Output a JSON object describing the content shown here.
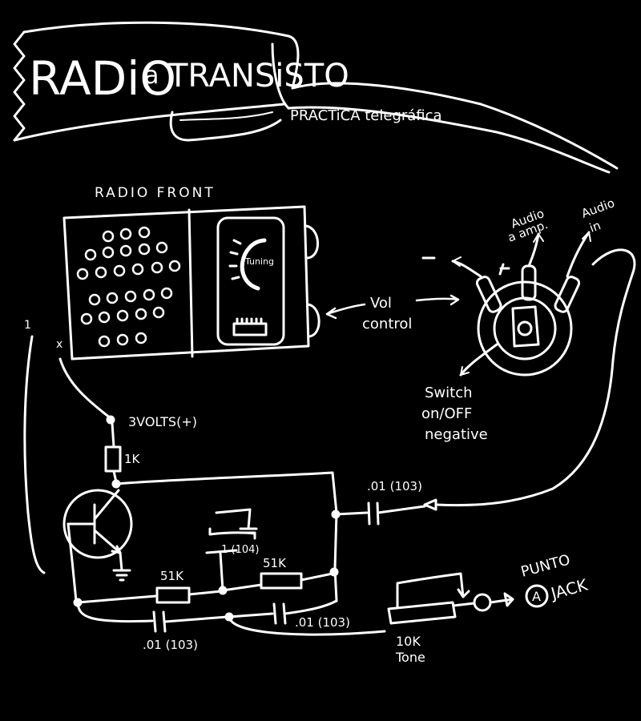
{
  "banner": {
    "title_main": "RADiO",
    "title_a": "a",
    "title_rest": "TRANSiSTO",
    "subtitle": "PRÁCTiCA telegráfica"
  },
  "labels": {
    "radio_front": "RADIO FRONT",
    "tuning": "Tuning",
    "vol_line1": "Vol",
    "vol_line2": "control",
    "audio_amp_1": "Audio",
    "audio_amp_2": "a amp.",
    "audio_in_1": "Audio",
    "audio_in_2": "in",
    "switch_1": "Switch",
    "switch_2": "on/OFF",
    "switch_3": "negative",
    "volts": "3VOLTS(+)",
    "r1k": "1K",
    "cap_top": ".01 (103)",
    "cap_mid": ".1 (104)",
    "r51k_a": "51K",
    "r51k_b": "51K",
    "cap_bottom_left": ".01 (103)",
    "cap_bottom_mid": ".01 (103)",
    "tone_1": "10K",
    "tone_2": "Tone",
    "punto": "PUNTO",
    "jack_letter": "A",
    "jack": "JACK",
    "mark_1": "1",
    "mark_x": "x"
  }
}
